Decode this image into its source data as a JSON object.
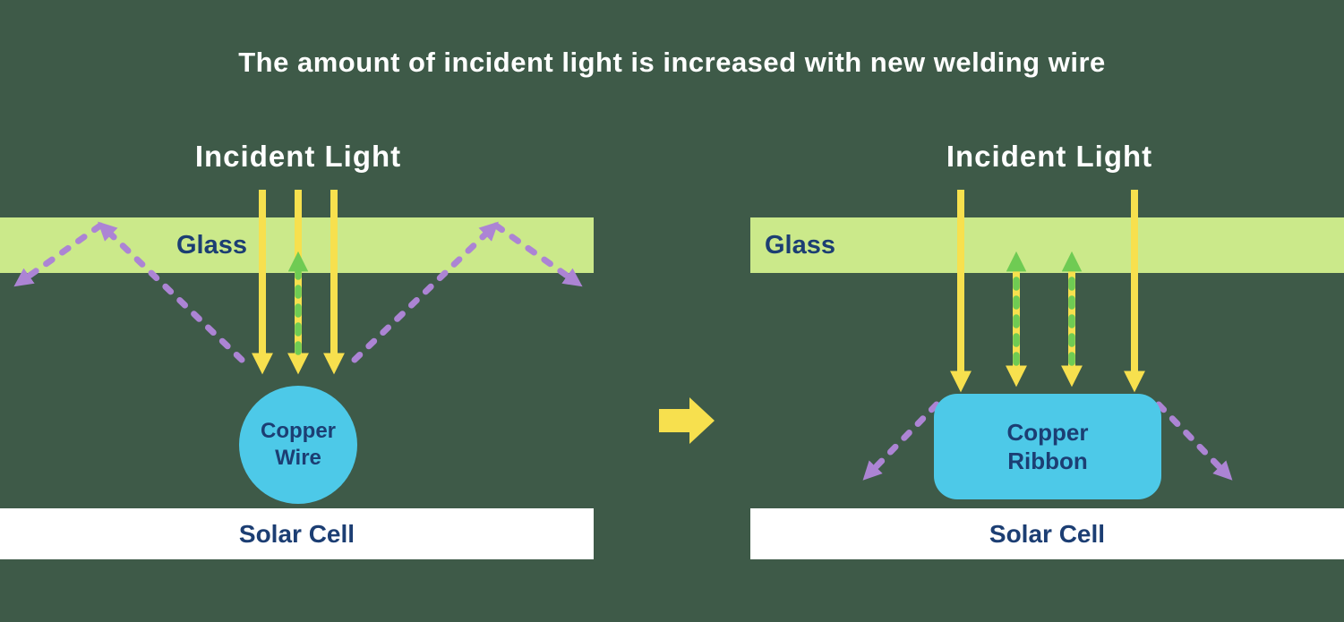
{
  "title": "The amount of incident light is increased with new welding wire",
  "palette": {
    "background": "#3E5A48",
    "glass_band": "#CBE98A",
    "yellow_arrow": "#F7E04E",
    "green_arrow": "#6FCB53",
    "purple_arrow": "#AC84D4",
    "copper_shape": "#4DC9E8",
    "label_navy": "#1C3E73",
    "title_white": "#FFFFFF"
  },
  "left_panel": {
    "incident_light_label": "Incident Light",
    "glass_label": "Glass",
    "conductor_label": "Copper Wire",
    "solar_cell_label": "Solar Cell"
  },
  "right_panel": {
    "incident_light_label": "Incident Light",
    "glass_label": "Glass",
    "conductor_label": "Copper Ribbon",
    "solar_cell_label": "Solar Cell"
  },
  "transition": {
    "icon": "right-arrow"
  }
}
